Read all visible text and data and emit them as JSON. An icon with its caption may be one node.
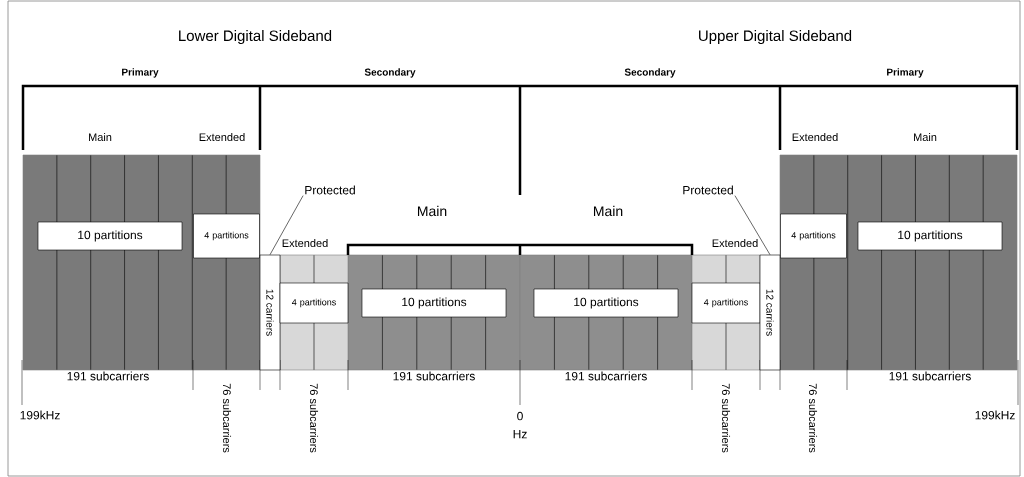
{
  "diagram": {
    "nodes": [
      {
        "text": [
          "10 partitions"
        ]
      },
      {
        "text": [
          "4 partitions"
        ]
      },
      {
        "text": [
          "Protected"
        ]
      },
      {
        "text": [
          "12 carriers"
        ]
      },
      {
        "text": [
          "4 partitions"
        ]
      },
      {
        "text": [
          "10 partitions"
        ]
      },
      {
        "text": [
          "10 partitions"
        ]
      },
      {
        "text": [
          "4 partitions"
        ]
      },
      {
        "text": [
          "Protected"
        ]
      },
      {
        "text": [
          "12 carriers"
        ]
      },
      {
        "text": [
          "4 partitions"
        ]
      },
      {
        "text": [
          "10 partitions"
        ]
      }
    ],
    "edges": [
      {
        "from": 2,
        "to": 3,
        "arrow": "none"
      },
      {
        "from": 8,
        "to": 9,
        "arrow": "none"
      }
    ],
    "labels": [
      "Lower Digital Sideband",
      "Upper Digital Sideband",
      "Primary",
      "Secondary",
      "Secondary",
      "Primary",
      "Main",
      "Extended",
      "Extended",
      "Main",
      "Main",
      "Main",
      "Extended",
      "Extended",
      "191 subcarriers",
      "76 subcarriers",
      "76 subcarriers",
      "191 subcarriers",
      "191 subcarriers",
      "76 subcarriers",
      "76 subcarriers",
      "191 subcarriers",
      "199kHz",
      "0 Hz",
      "199kHz"
    ]
  }
}
